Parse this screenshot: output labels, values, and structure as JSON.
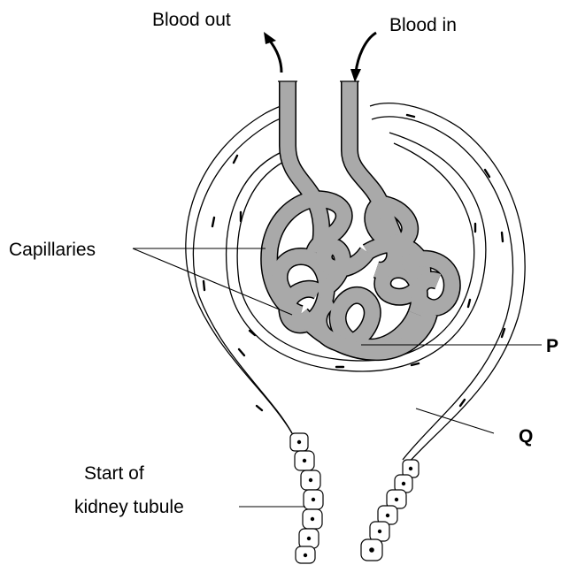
{
  "labels": {
    "blood_out": "Blood out",
    "blood_in": "Blood in",
    "capillaries": "Capillaries",
    "p": "P",
    "q": "Q",
    "tubule_line1": "Start of",
    "tubule_line2": "kidney tubule"
  },
  "colors": {
    "vessel_fill": "#a9a9a9",
    "outline": "#000000",
    "background": "#ffffff"
  }
}
